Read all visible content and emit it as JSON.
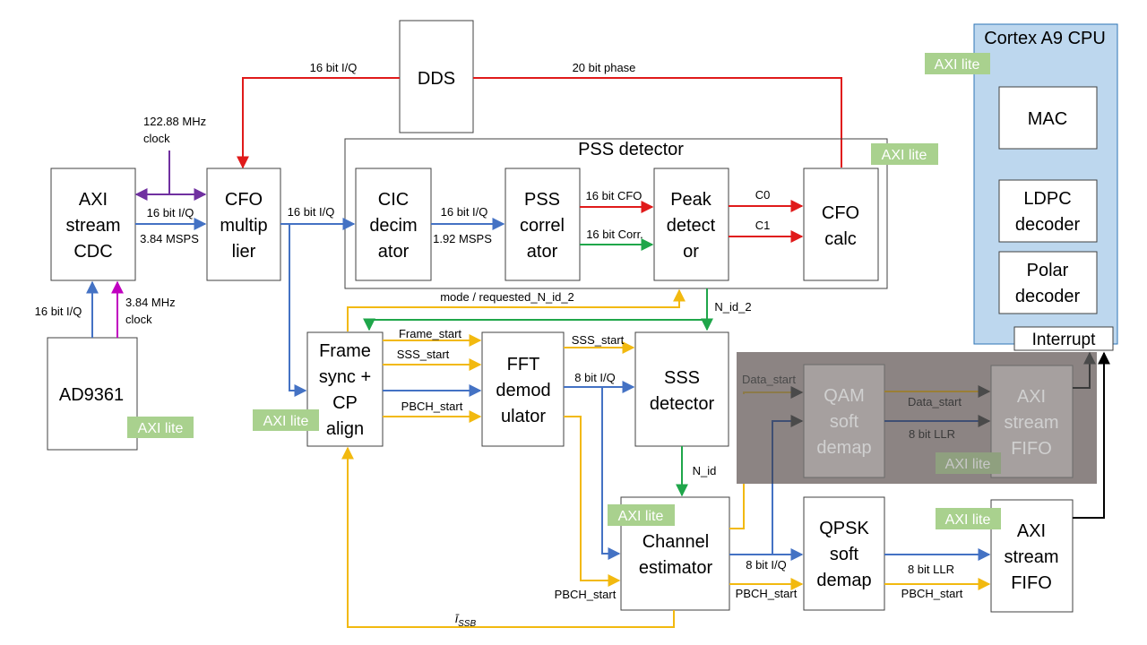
{
  "blocks": {
    "dds": "DDS",
    "axi_cdc": [
      "AXI",
      "stream",
      "CDC"
    ],
    "cfo_mult": [
      "CFO",
      "multip",
      "lier"
    ],
    "pss_detector": "PSS detector",
    "cic": [
      "CIC",
      "decim",
      "ator"
    ],
    "pss_corr": [
      "PSS",
      "correl",
      "ator"
    ],
    "peak": [
      "Peak",
      "detect",
      "or"
    ],
    "cfo_calc": [
      "CFO",
      "calc"
    ],
    "cpu": "Cortex A9 CPU",
    "mac": "MAC",
    "ldpc": [
      "LDPC",
      "decoder"
    ],
    "polar": [
      "Polar",
      "decoder"
    ],
    "interrupt": "Interrupt",
    "ad9361": "AD9361",
    "frame_sync": [
      "Frame",
      "sync +",
      "CP",
      "align"
    ],
    "fft": [
      "FFT",
      "demod",
      "ulator"
    ],
    "sss": [
      "SSS",
      "detector"
    ],
    "qam": [
      "QAM",
      "soft",
      "demap"
    ],
    "fifo": [
      "AXI",
      "stream",
      "FIFO"
    ],
    "chan": [
      "Channel",
      "estimator"
    ],
    "qpsk": [
      "QPSK",
      "soft",
      "demap"
    ]
  },
  "badges": {
    "axi_lite": "AXI lite"
  },
  "labels": {
    "dds_left": "16 bit I/Q",
    "dds_right": "20 bit phase",
    "clock_122": [
      "122.88 MHz",
      "clock"
    ],
    "cdc_to_cfo_top": "16 bit I/Q",
    "cdc_to_cfo_bottom": "3.84 MSPS",
    "cfo_to_cic": "16 bit I/Q",
    "cic_to_pss_top": "16 bit I/Q",
    "cic_to_pss_bottom": "1.92 MSPS",
    "cfo_16": "16 bit CFO",
    "corr_16": "16 bit Corr.",
    "c0": "C0",
    "c1": "C1",
    "ad_to_cdc": "16 bit I/Q",
    "clock_384": [
      "3.84 MHz",
      "clock"
    ],
    "mode": "mode / requested_N_id_2",
    "n_id_2": "N_id_2",
    "frame_start": "Frame_start",
    "sss_start_fs": "SSS_start",
    "pbch_start_fs": "PBCH_start",
    "sss_start_fft": "SSS_start",
    "iq_fft": "8 bit I/Q",
    "n_id": "N_id",
    "data_start_in": "Data_start",
    "data_start_out": "Data_start",
    "llr_qam": "8 bit LLR",
    "iq_chan": "8 bit I/Q",
    "pbch_chan_in": "PBCH_start",
    "pbch_chan_out": "PBCH_start",
    "llr_qpsk": "8 bit LLR",
    "pbch_qpsk": "PBCH_start",
    "i_ssb": "ī",
    "i_ssb_sub": "SSB"
  },
  "colors": {
    "red": "#e01a1a",
    "blue": "#4472c4",
    "green": "#1fa64a",
    "yellow": "#f2b90f",
    "purple": "#7030a0",
    "magenta": "#c000c0",
    "black": "#000000",
    "cpu_fill": "#bdd7ee",
    "badge_fill": "#a9d18e",
    "grey_overlay": "#8c8483"
  }
}
